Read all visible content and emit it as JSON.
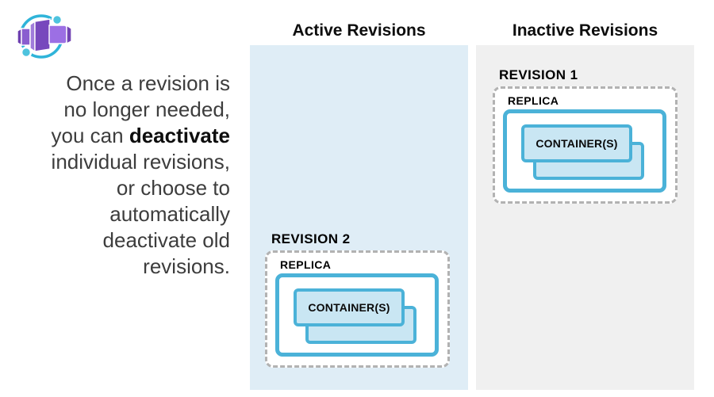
{
  "logo": {
    "name": "Azure Container Apps icon"
  },
  "intro": {
    "lines": [
      [
        {
          "t": "Once a revision is"
        }
      ],
      [
        {
          "t": "no longer needed,"
        }
      ],
      [
        {
          "t": "you can "
        },
        {
          "t": "deactivate",
          "b": true
        }
      ],
      [
        {
          "t": "individual revisions,"
        }
      ],
      [
        {
          "t": "or choose to"
        }
      ],
      [
        {
          "t": "automatically"
        }
      ],
      [
        {
          "t": "deactivate old"
        }
      ],
      [
        {
          "t": "revisions."
        }
      ]
    ]
  },
  "columns": [
    {
      "title": "Active Revisions",
      "revision": {
        "label": "REVISION 2",
        "replica_label": "REPLICA",
        "container_label": "CONTAINER(S)"
      }
    },
    {
      "title": "Inactive Revisions",
      "revision": {
        "label": "REVISION 1",
        "replica_label": "REPLICA",
        "container_label": "CONTAINER(S)"
      }
    }
  ],
  "colors": {
    "active_panel_bg": "#dfedf6",
    "inactive_panel_bg": "#f0f0f0",
    "box_border_blue": "#4bb2d8",
    "container_fill": "#c9e6f3",
    "dashed_border": "#b2b2b2",
    "logo_teal": "#2fb4d9",
    "logo_purple": "#7748bd"
  }
}
